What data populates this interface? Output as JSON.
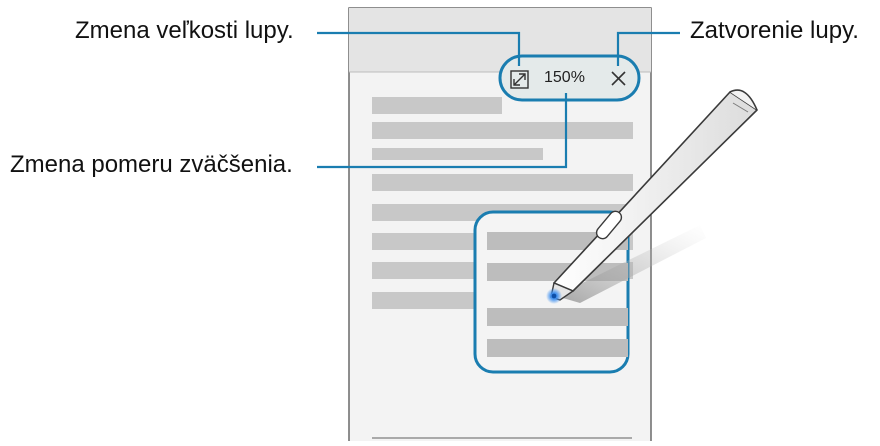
{
  "callouts": {
    "resize": "Zmena veľkosti lupy.",
    "close": "Zatvorenie lupy.",
    "zoom_ratio": "Zmena pomeru zväčšenia."
  },
  "magnifier_toolbar": {
    "zoom_value": "150%",
    "resize_icon": "resize-diagonal-arrows-icon",
    "close_icon": "close-x-icon"
  },
  "colors": {
    "accent": "#1a7db0",
    "screen_bg": "#f3f3f3",
    "text_line": "#c8c8c8",
    "toolbar_bg": "#e4eaea"
  }
}
